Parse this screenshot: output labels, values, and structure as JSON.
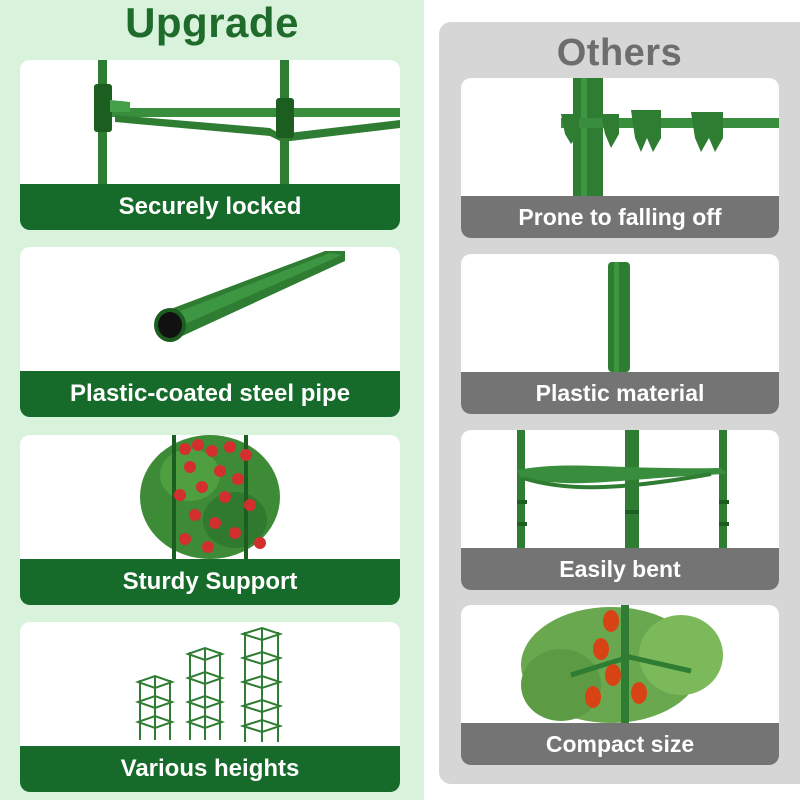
{
  "upgrade": {
    "title": "Upgrade",
    "cards": [
      {
        "label": "Securely locked",
        "icon": "locked-connector-image"
      },
      {
        "label": "Plastic-coated steel pipe",
        "icon": "steel-pipe-image"
      },
      {
        "label": "Sturdy Support",
        "icon": "tomato-plant-image"
      },
      {
        "label": "Various heights",
        "icon": "plant-cages-image"
      }
    ]
  },
  "others": {
    "title": "Others",
    "cards": [
      {
        "label": "Prone to falling off",
        "icon": "clip-connector-image"
      },
      {
        "label": "Plastic material",
        "icon": "plastic-stake-image"
      },
      {
        "label": "Easily bent",
        "icon": "bent-ring-image"
      },
      {
        "label": "Compact size",
        "icon": "small-plant-image"
      }
    ]
  },
  "colors": {
    "upgrade_bg": "#d9f2dc",
    "upgrade_accent": "#166a2a",
    "others_bg": "#d6d6d6",
    "others_accent": "#747474"
  }
}
